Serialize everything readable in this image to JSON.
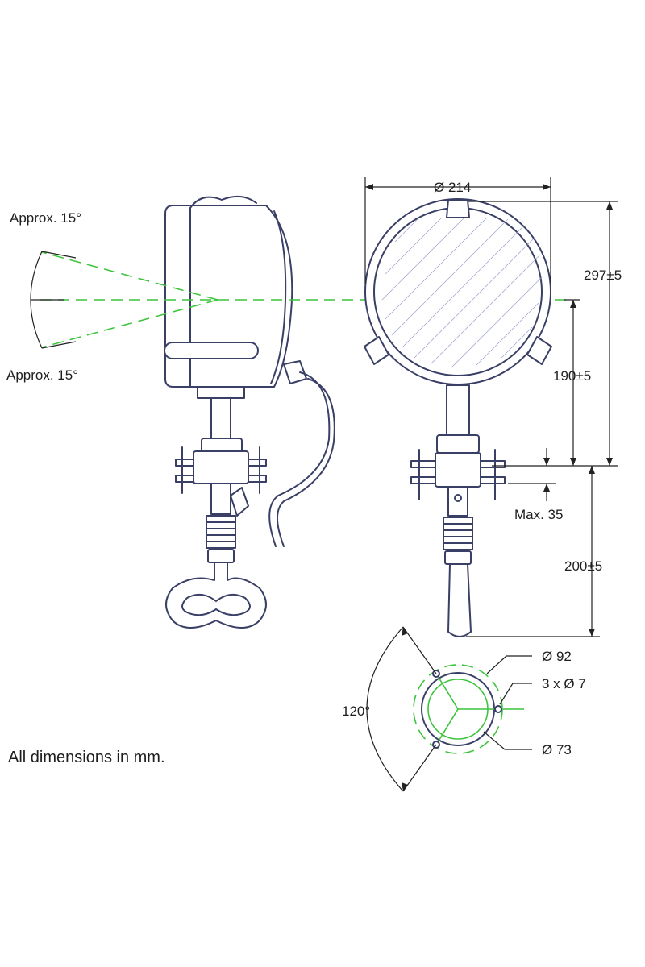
{
  "labels": {
    "angle_upper": "Approx. 15°",
    "angle_lower": "Approx. 15°",
    "diameter_lamp": "Ø 214",
    "height_total": "297±5",
    "height_center": "190±5",
    "max_mount": "Max. 35",
    "height_shaft": "200±5",
    "diameter_outer": "Ø 92",
    "holes": "3 x Ø 7",
    "diameter_inner": "Ø 73",
    "angle_holes": "120°",
    "units_note": "All dimensions in mm."
  },
  "colors": {
    "outline": "#3a3f66",
    "centerline": "#3cc43c",
    "dimension": "#222222"
  }
}
